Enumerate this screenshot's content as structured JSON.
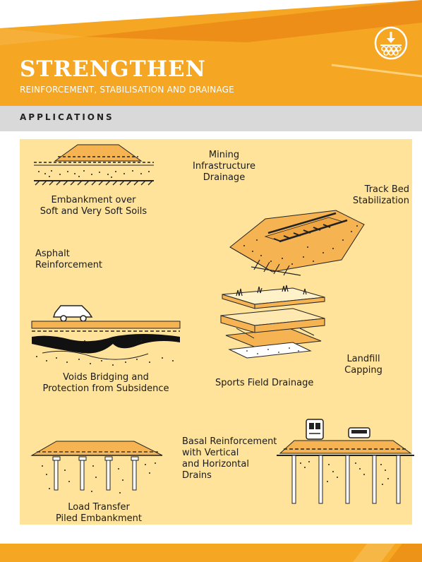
{
  "header": {
    "title": "STRENGTHEN",
    "subtitle": "REINFORCEMENT, STABILISATION AND DRAINAGE",
    "badge_icon": "reinforcement-down-arrow-icon"
  },
  "section": {
    "title": "APPLICATIONS"
  },
  "applications": [
    {
      "label": "Embankment over\nSoft and Very Soft Soils"
    },
    {
      "label": "Mining\nInfrastructure\nDrainage"
    },
    {
      "label": "Track Bed\nStabilization"
    },
    {
      "label": "Asphalt\nReinforcement"
    },
    {
      "label": "Voids Bridging and\nProtection from Subsidence"
    },
    {
      "label": "Sports Field Drainage"
    },
    {
      "label": "Landfill\nCapping"
    },
    {
      "label": "Basal Reinforcement\nwith Vertical\nand Horizontal\nDrains"
    },
    {
      "label": "Load Transfer\nPiled Embankment"
    }
  ],
  "colors": {
    "orange": "#f4a21e",
    "dark_orange": "#e07f12",
    "panel": "#ffe39a",
    "band": "#d9d9d9",
    "fill": "#f6b352"
  }
}
